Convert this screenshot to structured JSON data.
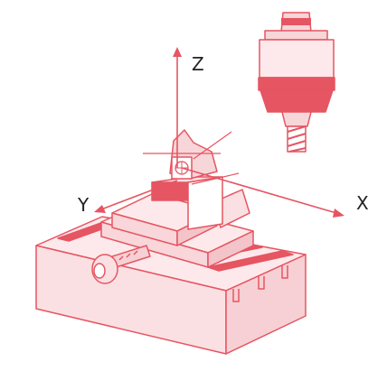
{
  "labels": {
    "z": "Z",
    "y": "Y",
    "x": "X"
  },
  "colors": {
    "accent": "#e65562",
    "light": "#f6d6d9",
    "mid": "#ef9aa2",
    "line": "#e65562",
    "text": "#222222"
  }
}
